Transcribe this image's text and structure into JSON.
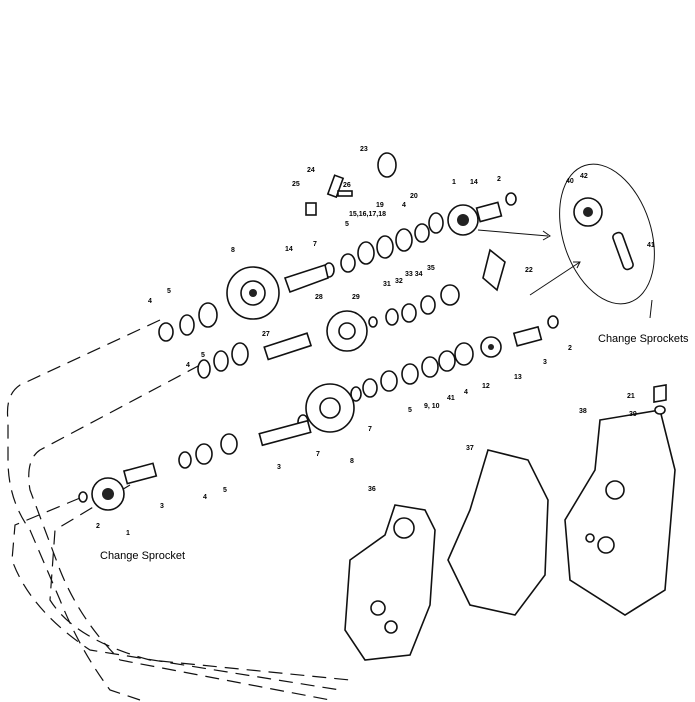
{
  "captions": {
    "change_sprockets": "Change Sprockets",
    "change_sprocket": "Change Sprocket"
  },
  "labels": {
    "l1a": "1",
    "l2a": "2",
    "l14a": "14",
    "l20": "20",
    "l4a": "4",
    "l19": "19",
    "l15": "15,16,17,18",
    "l5a": "5",
    "l7a": "7",
    "l14b": "14",
    "l8a": "8",
    "l23": "23",
    "l24": "24",
    "l25": "25",
    "l26": "26",
    "l40": "40",
    "l42": "42",
    "l41a": "41",
    "l22": "22",
    "l35": "35",
    "l3334": "33 34",
    "l32": "32",
    "l31": "31",
    "l29": "29",
    "l28": "28",
    "l4b": "4",
    "l5b": "5",
    "l27": "27",
    "l5c": "5",
    "l4c": "4",
    "l13": "13",
    "l3a": "3",
    "l2b": "2",
    "l12": "12",
    "l4d": "4",
    "l41b": "41",
    "l910": "9, 10",
    "l5d": "5",
    "l7b": "7",
    "l8b": "8",
    "l3b": "3",
    "l5e": "5",
    "l4e": "4",
    "l3c": "3",
    "l2c": "2",
    "l1b": "1",
    "l7c": "7",
    "l21": "21",
    "l39": "39",
    "l38": "38",
    "l37": "37",
    "l36": "36"
  }
}
